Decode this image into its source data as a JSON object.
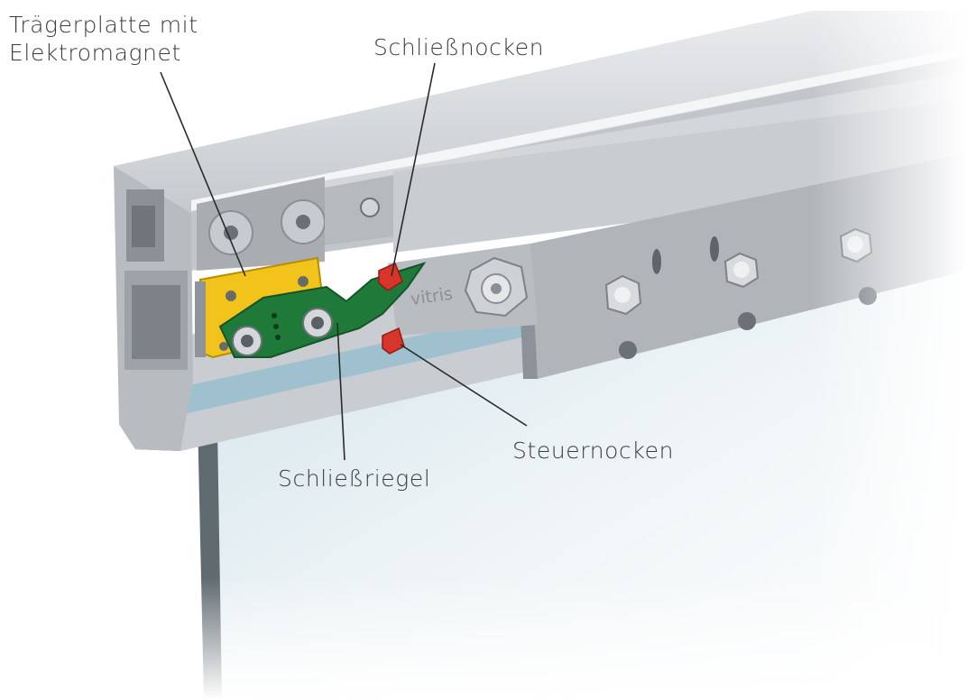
{
  "labels": {
    "traegerplatte_line1": "Trägerplatte mit",
    "traegerplatte_line2": "Elektromagnet",
    "schliessnocken": "Schließnocken",
    "steuernocken": "Steuernocken",
    "schliessriegel": "Schließriegel"
  },
  "brand": "vitris",
  "colors": {
    "label_text": "#3c3c3c",
    "leader_line": "#2a2a2a",
    "aluminium_light": "#d9dcdf",
    "aluminium_mid": "#b9bdc2",
    "aluminium_dark": "#8c9197",
    "carrier_plate": "#f2c31a",
    "latch_bolt": "#1f7a3a",
    "cam_red": "#d8342a",
    "glass": "#dbe8ee",
    "glass_edge": "#7fa9b8"
  }
}
